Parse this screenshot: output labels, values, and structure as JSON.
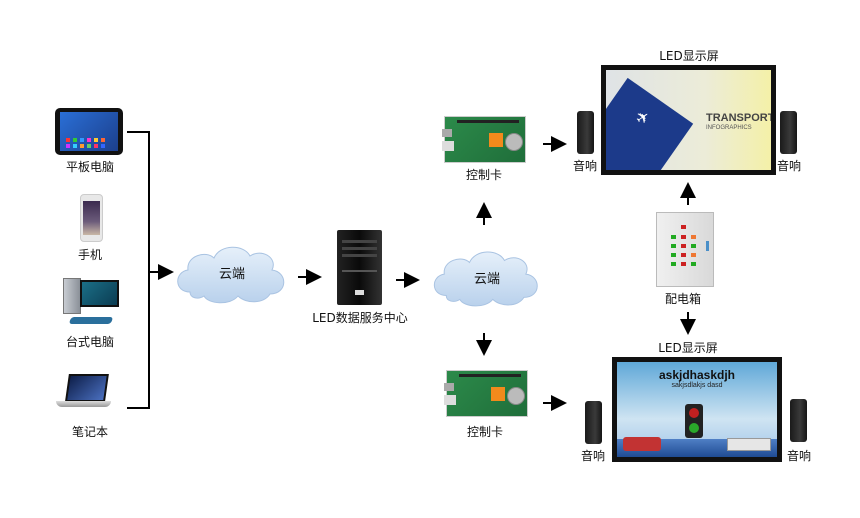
{
  "diagram": {
    "title": "LED display cloud control network topology",
    "clients": [
      {
        "id": "tablet",
        "label": "平板电脑",
        "icon": "tablet-icon"
      },
      {
        "id": "phone",
        "label": "手机",
        "icon": "smartphone-icon"
      },
      {
        "id": "desktop",
        "label": "台式电脑",
        "icon": "desktop-computer-icon"
      },
      {
        "id": "laptop",
        "label": "笔记本",
        "icon": "laptop-icon"
      }
    ],
    "cloud_left": {
      "label": "云端"
    },
    "server": {
      "label": "LED数据服务中心"
    },
    "cloud_right": {
      "label": "云端"
    },
    "controller_top": {
      "label": "控制卡"
    },
    "controller_bottom": {
      "label": "控制卡"
    },
    "display_top": {
      "label": "LED显示屏",
      "content_title": "TRANSPORT",
      "content_subtitle": "INFOGRAPHICS"
    },
    "display_bottom": {
      "label": "LED显示屏",
      "content_title": "askjdhaskdjh",
      "content_subtitle": "sakjsdlakjs dasd"
    },
    "speakers": {
      "top_left": "音响",
      "top_right": "音响",
      "bottom_left": "音响",
      "bottom_right": "音响"
    },
    "power_cabinet": {
      "label": "配电箱"
    },
    "colors": {
      "line": "#000000",
      "cloud": "#cfe0f3",
      "board": "#2c8a4a",
      "screen_frame": "#111111"
    }
  }
}
